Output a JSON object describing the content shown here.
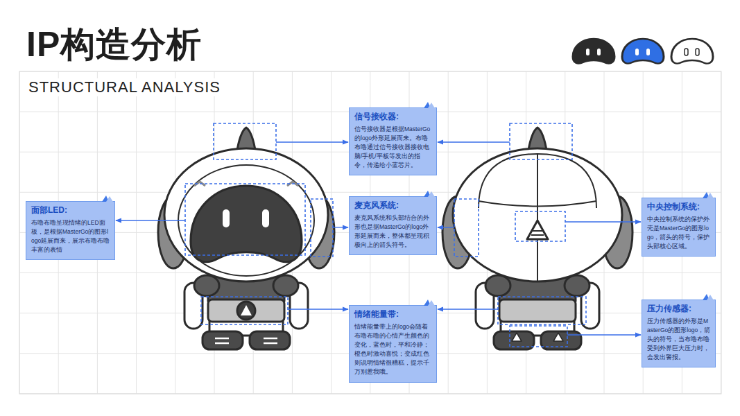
{
  "diagram": {
    "title": "IP构造分析",
    "nodes": [
      {
        "text": [
          "信号接收器:",
          "信号接收器是根据MasterGo的logo外形延展而来。布噜布噜通过信号接收器接收电脑/手机/平板等发出的指令，传递给小蓝芯片。"
        ]
      },
      {
        "text": [
          "面部LED:",
          "布噜布噜呈现情绪的LED面板，是根据MasterGo的图形logo延展而来，展示布噜布噜丰富的表情"
        ]
      },
      {
        "text": [
          "麦克风系统:",
          "麦克风系统和头部结合的外形也是据MasterGo的logo外形延展而来，整体都呈现积极向上的箭头符号。"
        ]
      },
      {
        "text": [
          "中央控制系统:",
          "中央控制系统的保护外壳是MasterGo的图形logo，箭头的符号，保护头部核心区域。"
        ]
      },
      {
        "text": [
          "情绪能量带:",
          "情绪能量带上的logo会随着布噜布噜的心情产生颜色的变化，蓝色时，平和冷静；橙色时激动喜悦；变成红色则说明情绪很糟糕，提示千万别惹我哦。"
        ]
      },
      {
        "text": [
          "压力传感器:",
          "压力传感器的外形是MasterGo的图形logo，箭头的符号，当布噜布噜受到外界巨大压力时，会发出警报。"
        ]
      }
    ],
    "labels": [
      "STRUCTURAL ANALYSIS"
    ]
  }
}
